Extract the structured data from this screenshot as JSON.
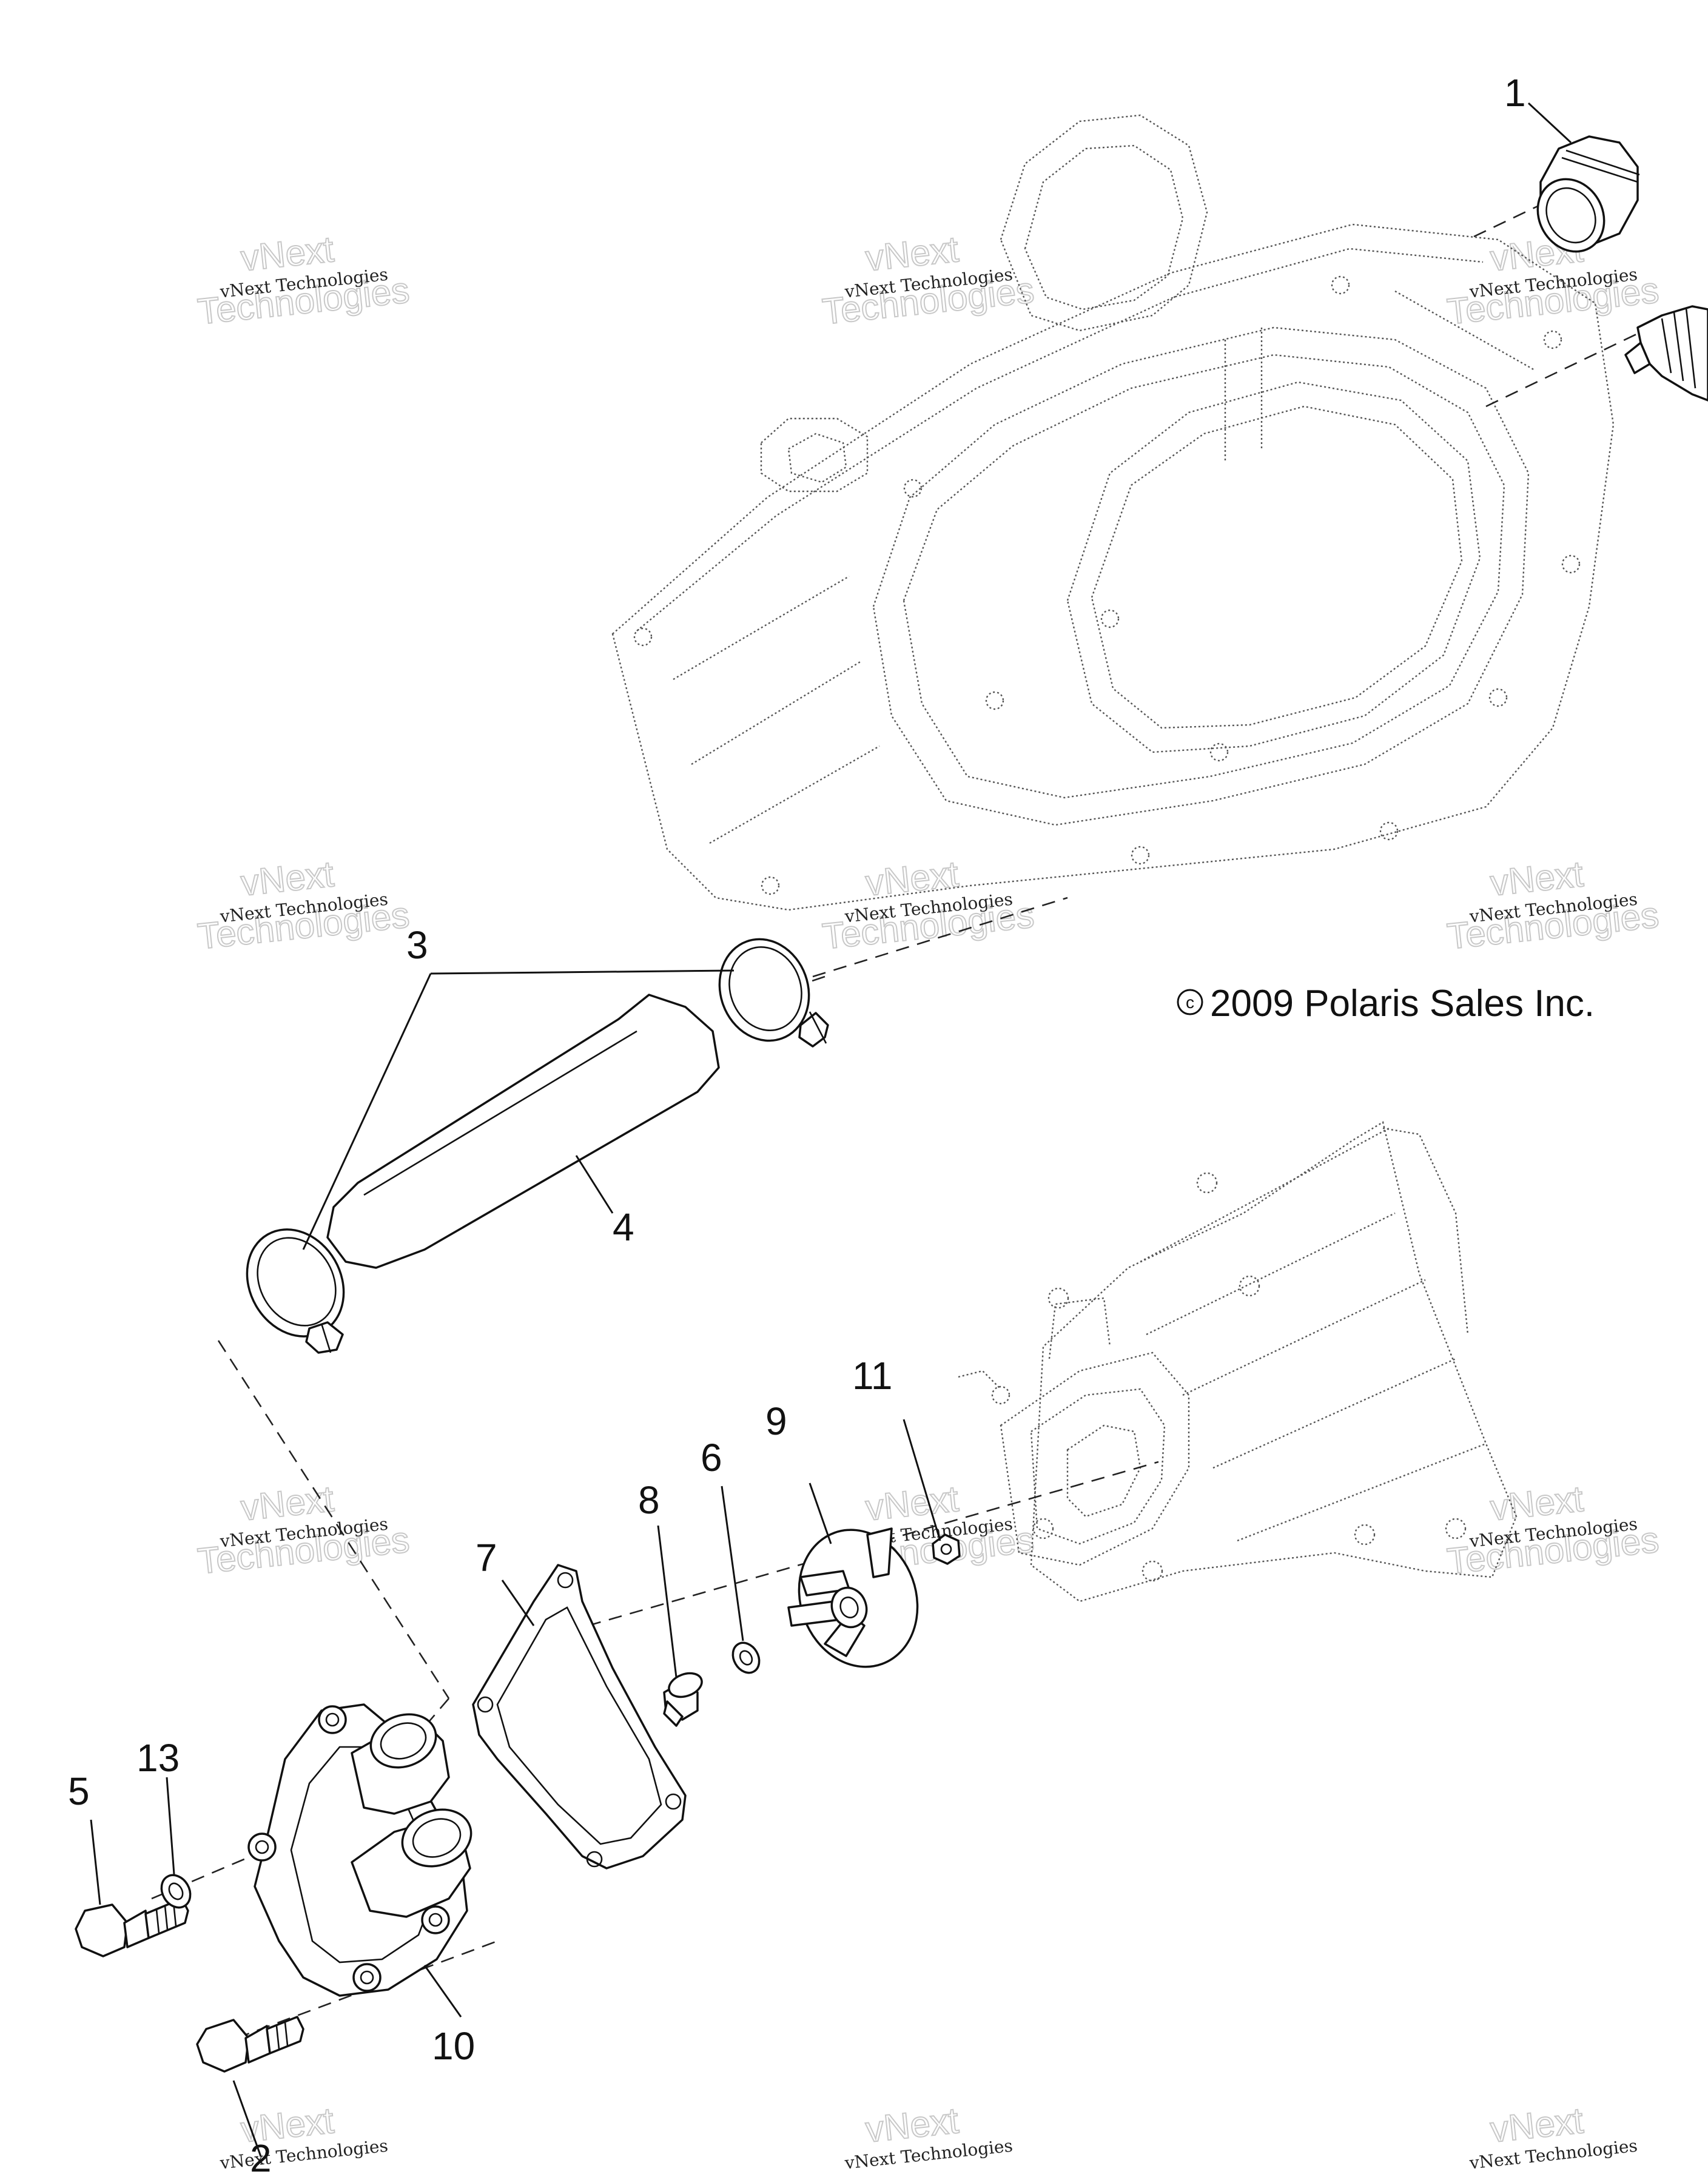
{
  "diagram": {
    "copyright": "2009 Polaris Sales Inc.",
    "copyright_symbol": "c",
    "callouts": [
      "1",
      "2",
      "3",
      "4",
      "5",
      "6",
      "7",
      "8",
      "9",
      "10",
      "11",
      "13"
    ],
    "watermark": {
      "line1": "vNext Technologies",
      "line2": "vNext",
      "line3": "Technologies"
    }
  }
}
